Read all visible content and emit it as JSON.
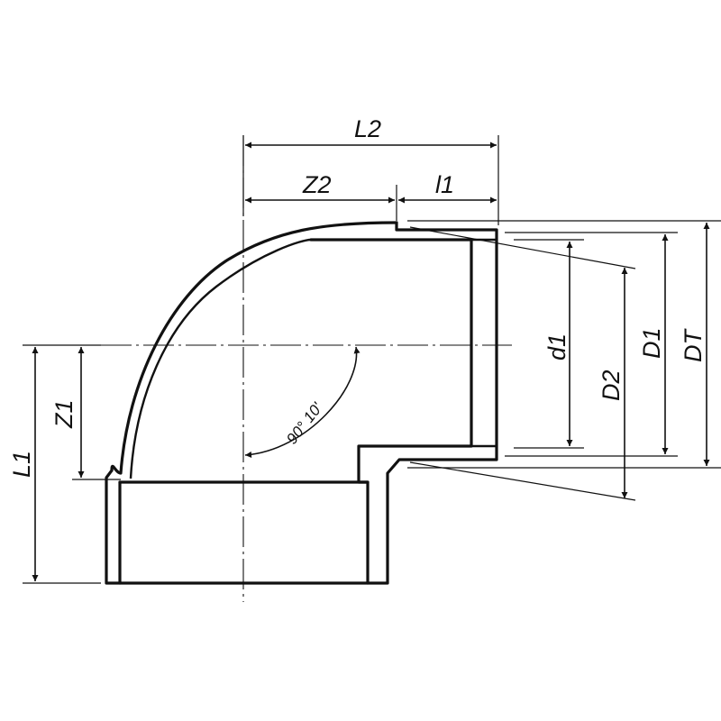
{
  "diagram": {
    "labels": {
      "L2": "L2",
      "Z2": "Z2",
      "l1": "l1",
      "L1": "L1",
      "Z1": "Z1",
      "d1": "d1",
      "D2": "D2",
      "D1": "D1",
      "DT": "DT",
      "angle": "90° 10'"
    }
  }
}
